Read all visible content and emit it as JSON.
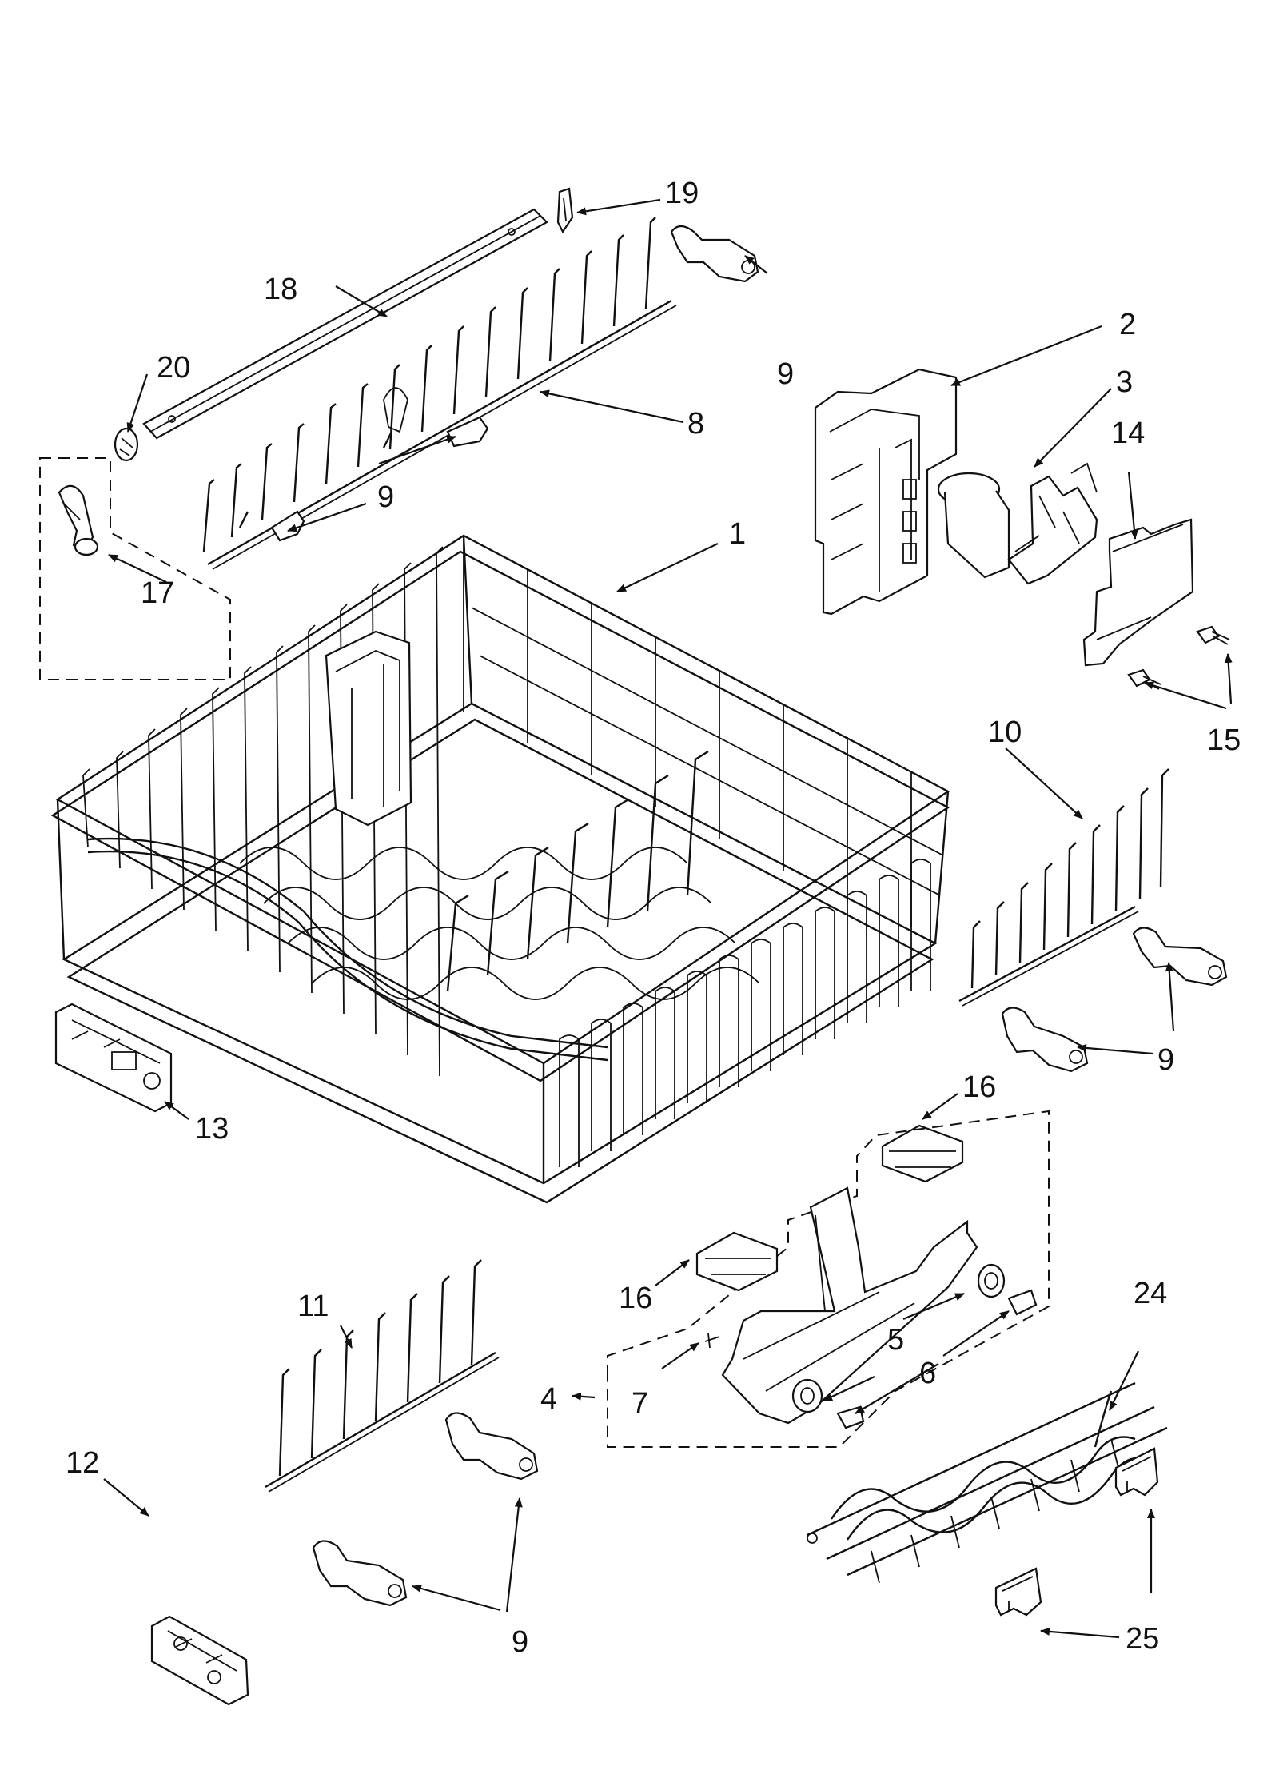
{
  "callouts": {
    "c1": "1",
    "c2": "2",
    "c3": "3",
    "c4": "4",
    "c5": "5",
    "c6": "6",
    "c7": "7",
    "c8": "8",
    "c9a": "9",
    "c9b": "9",
    "c9c": "9",
    "c9d": "9",
    "c10": "10",
    "c11": "11",
    "c12": "12",
    "c13": "13",
    "c14": "14",
    "c15": "15",
    "c16a": "16",
    "c16b": "16",
    "c17": "17",
    "c18": "18",
    "c19": "19",
    "c20": "20",
    "c24": "24",
    "c25": "25"
  }
}
